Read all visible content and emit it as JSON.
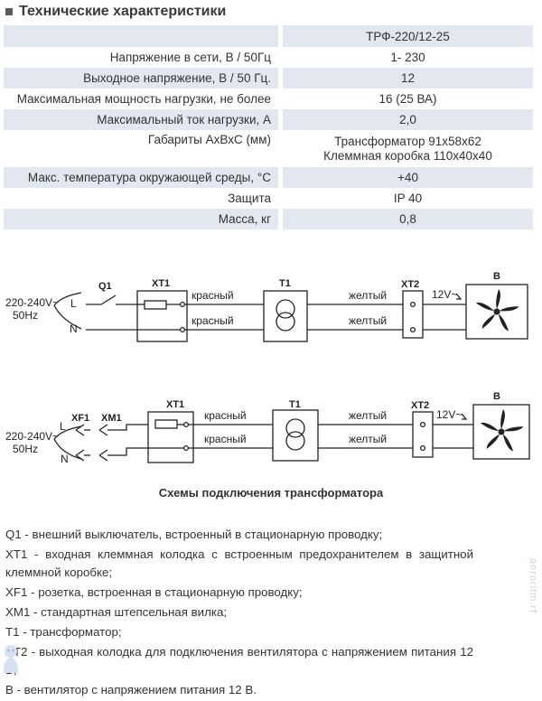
{
  "section_title": "Технические характеристики",
  "table": {
    "model": "ТРФ-220/12-25",
    "rows": [
      {
        "label": "Напряжение в сети, В / 50Гц",
        "value": "1- 230"
      },
      {
        "label": "Выходное напряжение, В / 50 Гц.",
        "value": "12"
      },
      {
        "label": "Максимальная мощность нагрузки, не более",
        "value": "16 (25 ВА)"
      },
      {
        "label": "Максимальный ток нагрузки, А",
        "value": "2,0"
      },
      {
        "label": "Габариты АхВхС (мм)",
        "value_lines": [
          "Трансформатор 91х58х62",
          "Клеммная коробка 110х40х40"
        ]
      },
      {
        "label": "Макс. температура окружающей среды, °С",
        "value": "+40"
      },
      {
        "label": "Защита",
        "value": "IP 40"
      },
      {
        "label": "Масса, кг",
        "value": "0,8"
      }
    ]
  },
  "diagram": {
    "supply": [
      "220-240V~",
      "50Hz"
    ],
    "phase": "L",
    "neutral": "N",
    "switch": "Q1",
    "input_block": "XT1",
    "transformer": "T1",
    "output_block": "XT2",
    "fan": "B",
    "wire_red": "красный",
    "wire_yellow": "желтый",
    "output_voltage": "12V~",
    "socket": "XF1",
    "plug": "XM1"
  },
  "caption": "Схемы подключения трансформатора",
  "legend": [
    "Q1 - внешний выключатель, встроенный в стационарную проводку;",
    "XT1 - входная клеммная колодка с встроенным предохранителем в защитной клеммной коробке;",
    "XF1 - розетка, встроенная в стационарную проводку;",
    "XM1 - стандартная штепсельная вилка;",
    "T1 - трансформатор;",
    "XT2 - выходная колодка для подключения вентилятора с напряжением питания 12 В;",
    "В - вентилятор с напряжением питания 12 В."
  ],
  "watermark": "aeroritm.rf"
}
